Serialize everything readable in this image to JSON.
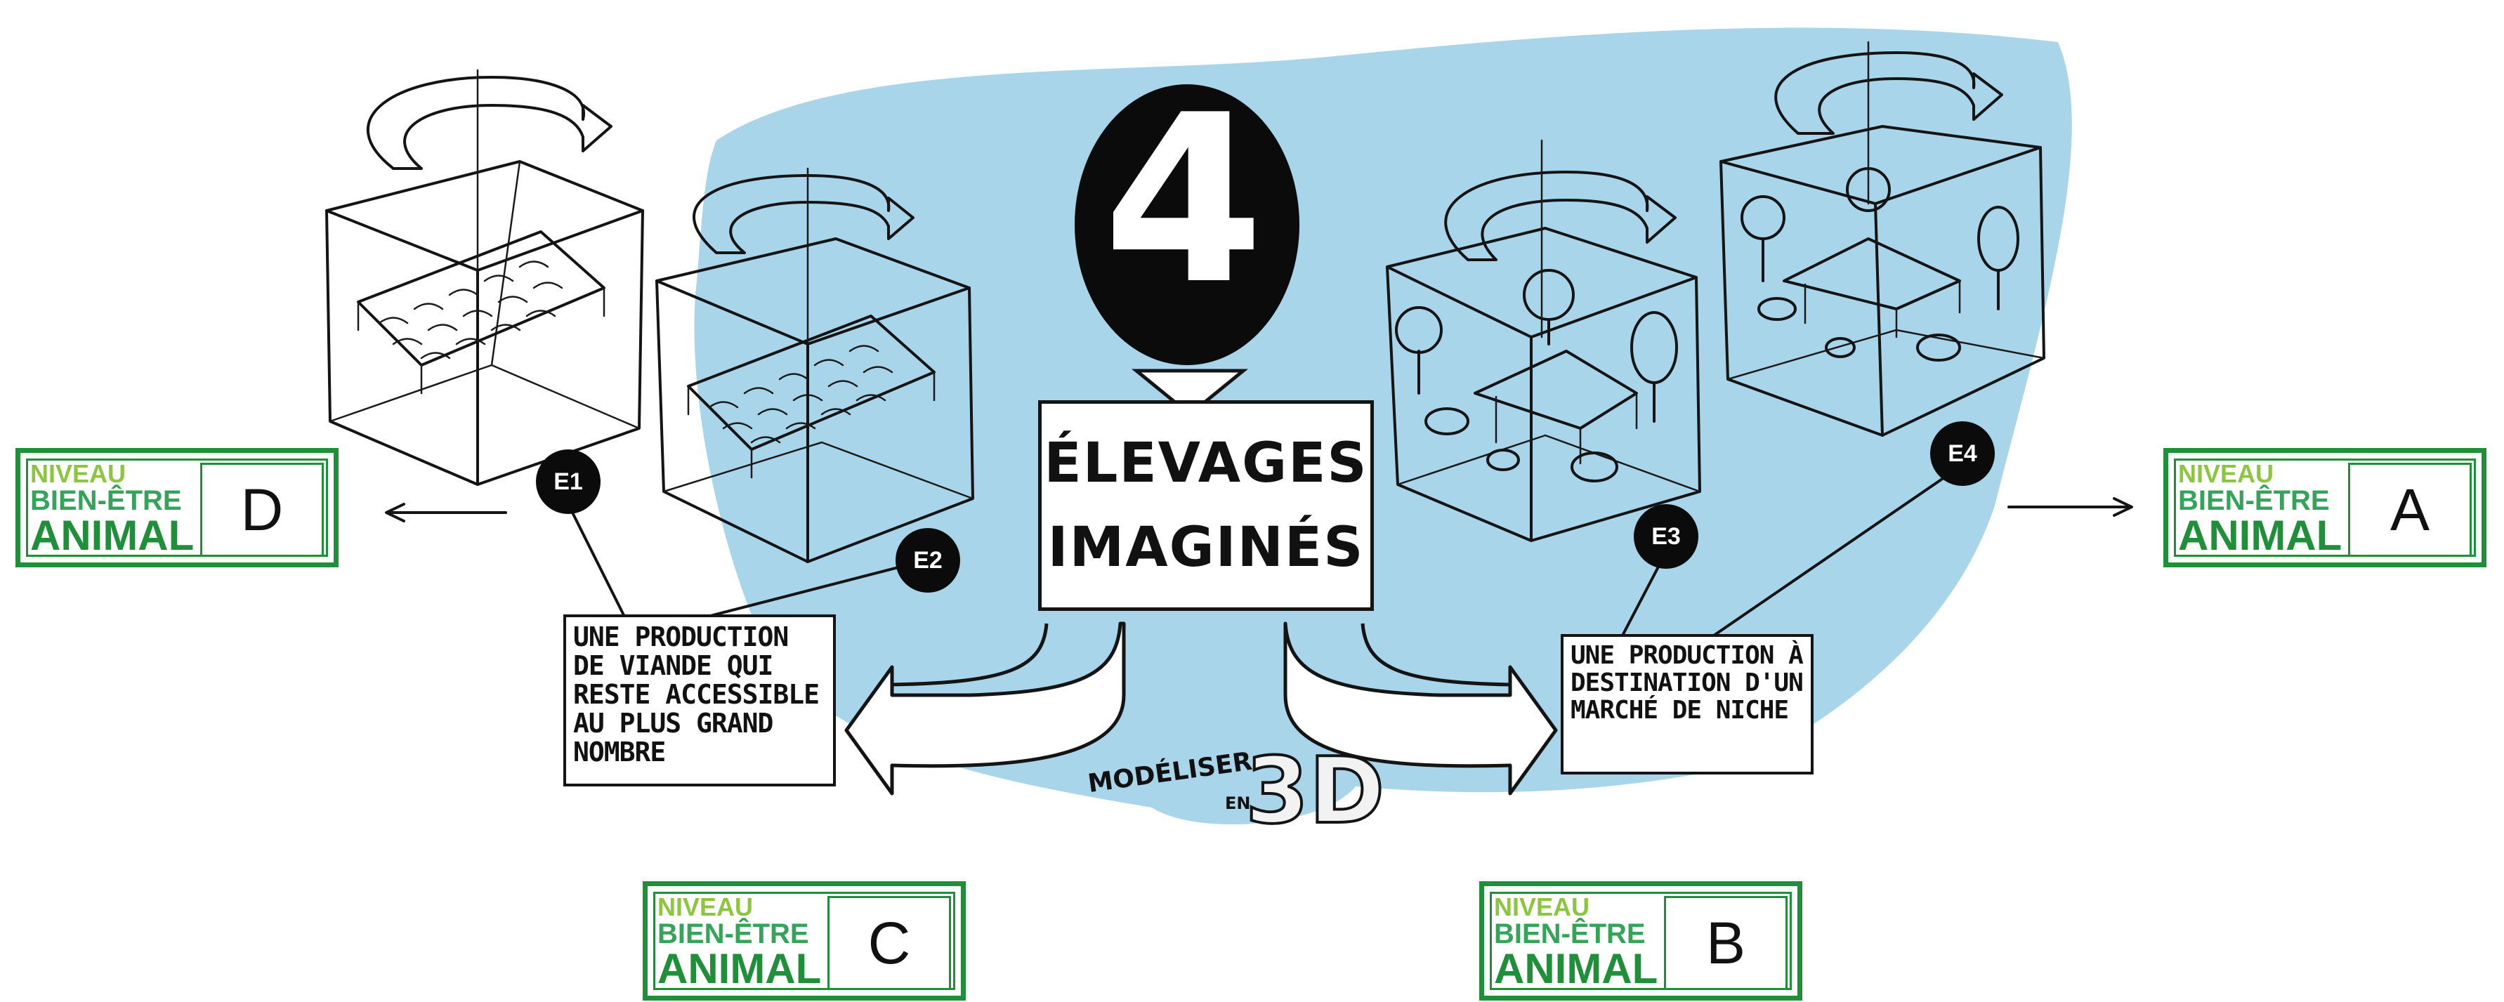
{
  "center": {
    "number": "4",
    "title_line1": "ÉLEVAGES",
    "title_line2": "IMAGINÉS",
    "model_line1": "MODÉLISER",
    "model_line2": "EN",
    "model_line3": "3D"
  },
  "scenarios": [
    {
      "tag": "E1"
    },
    {
      "tag": "E2"
    },
    {
      "tag": "E3"
    },
    {
      "tag": "E4"
    }
  ],
  "callouts": {
    "left": "UNE PRODUCTION DE VIANDE QUI RESTE ACCESSIBLE AU PLUS GRAND NOMBRE",
    "right": "UNE PRODUCTION À DESTINATION D'UN MARCHÉ DE NICHE"
  },
  "badges": {
    "line1": "NIVEAU",
    "line2": "BIEN-ÊTRE",
    "line3": "ANIMAL",
    "levels": [
      "D",
      "C",
      "B",
      "A"
    ]
  },
  "colors": {
    "blob": "#a9d5ea",
    "badge_green": "#1f8f3a",
    "badge_light_green": "#8cc63f"
  }
}
